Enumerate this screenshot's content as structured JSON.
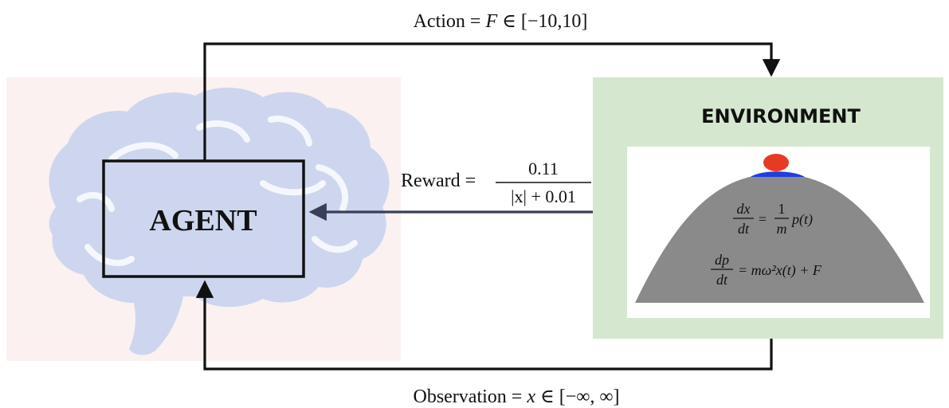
{
  "agent": {
    "label": "AGENT"
  },
  "environment": {
    "title": "ENVIRONMENT"
  },
  "action": {
    "prefix": "Action = ",
    "var": "F",
    "range": " ∈ [−10,10]"
  },
  "reward": {
    "prefix": "Reward =",
    "numerator": "0.11",
    "denominator": "|x| + 0.01"
  },
  "observation": {
    "prefix": "Observation = ",
    "var": "x",
    "range": " ∈ [−∞, ∞]"
  },
  "equations": {
    "eq1": {
      "lhs_num": "dx",
      "lhs_den": "dt",
      "eq": "=",
      "rhs_num": "1",
      "rhs_den": "m",
      "rhs": "p(t)"
    },
    "eq2": {
      "lhs_num": "dp",
      "lhs_den": "dt",
      "rhs": "= mω²x(t) + F"
    }
  },
  "colors": {
    "agent_bg": "#fbf1f1",
    "brain": "#cdd6ee",
    "env_bg": "#d5e8cf",
    "hill": "#8a8a8a",
    "cap": "#1f3fe0",
    "ball": "#e63b22",
    "arrow": "#111111",
    "reward_arrow": "#3a3f55"
  },
  "icons": {
    "agent_background": "brain-icon",
    "ball": "ball-icon"
  }
}
